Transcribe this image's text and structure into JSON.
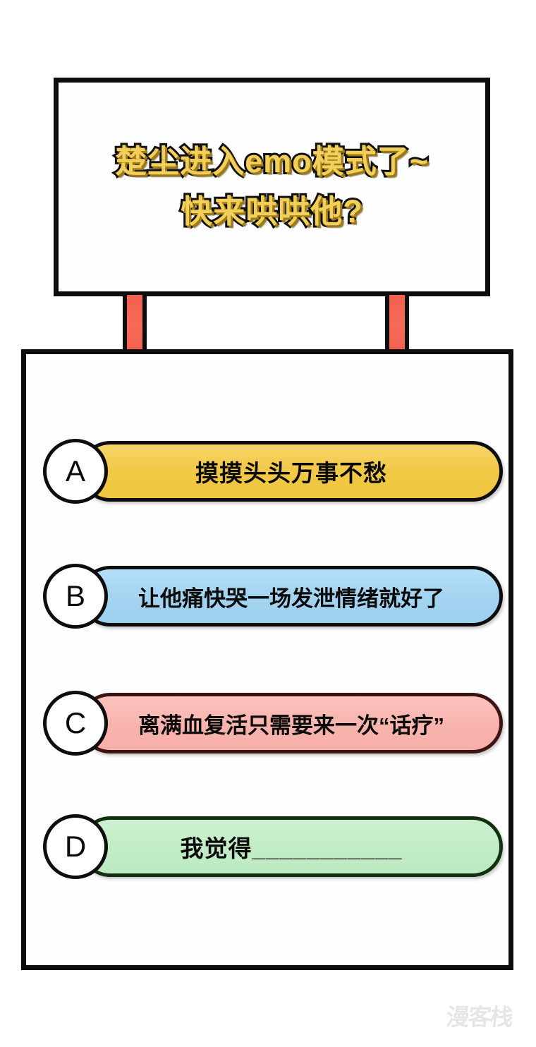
{
  "sign": {
    "title_line1": "楚尘进入emo模式了~",
    "title_line2": "快来哄哄他?"
  },
  "panel": {
    "options": [
      {
        "key": "A",
        "label": "摸摸头头万事不愁",
        "color": "#f2c847"
      },
      {
        "key": "B",
        "label": "让他痛快哭一场发泄情绪就好了",
        "color": "#a4d4f1"
      },
      {
        "key": "C",
        "label": "离满血复活只需要来一次“话疗”",
        "color": "#f9b4ae"
      },
      {
        "key": "D",
        "label": "我觉得___________",
        "color": "#c2ecc6"
      }
    ]
  },
  "posts": {
    "color": "#f4604f"
  },
  "watermark": {
    "text": "漫客栈"
  },
  "colors": {
    "outline": "#0d0d0d",
    "title_fill": "#f2ce5b",
    "background": "#ffffff"
  }
}
